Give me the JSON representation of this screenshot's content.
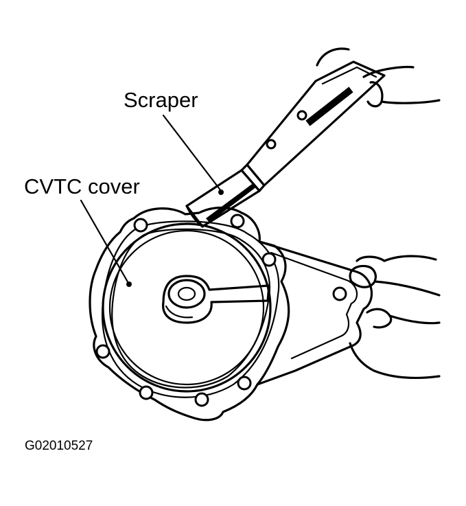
{
  "labels": {
    "scraper": "Scraper",
    "cvtc_cover": "CVTC cover",
    "figure_code": "G02010527"
  },
  "colors": {
    "ink": "#000000",
    "paper": "#ffffff"
  }
}
